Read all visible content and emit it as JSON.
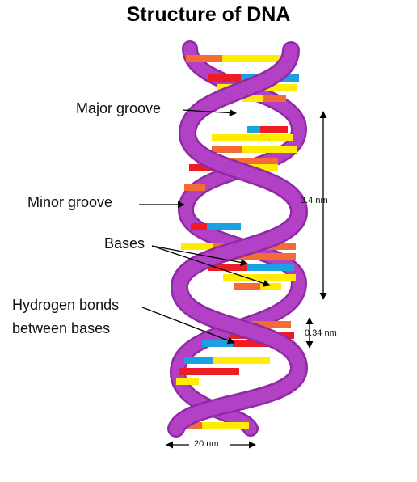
{
  "title": "Structure of DNA",
  "labels": {
    "major_groove": "Major groove",
    "minor_groove": "Minor groove",
    "bases": "Bases",
    "hydrogen_bonds_line1": "Hydrogen bonds",
    "hydrogen_bonds_line2": "between bases"
  },
  "dimensions": {
    "helix_turn": "3.4 nm",
    "base_spacing": "0.34 nm",
    "helix_width": "20 nm"
  },
  "colors": {
    "backbone": "#b241c6",
    "backbone_edge": "#8e2aa3",
    "base_red": "#ee1c25",
    "base_orange": "#f36c36",
    "base_yellow": "#ffec00",
    "base_blue": "#1ba1e2"
  }
}
